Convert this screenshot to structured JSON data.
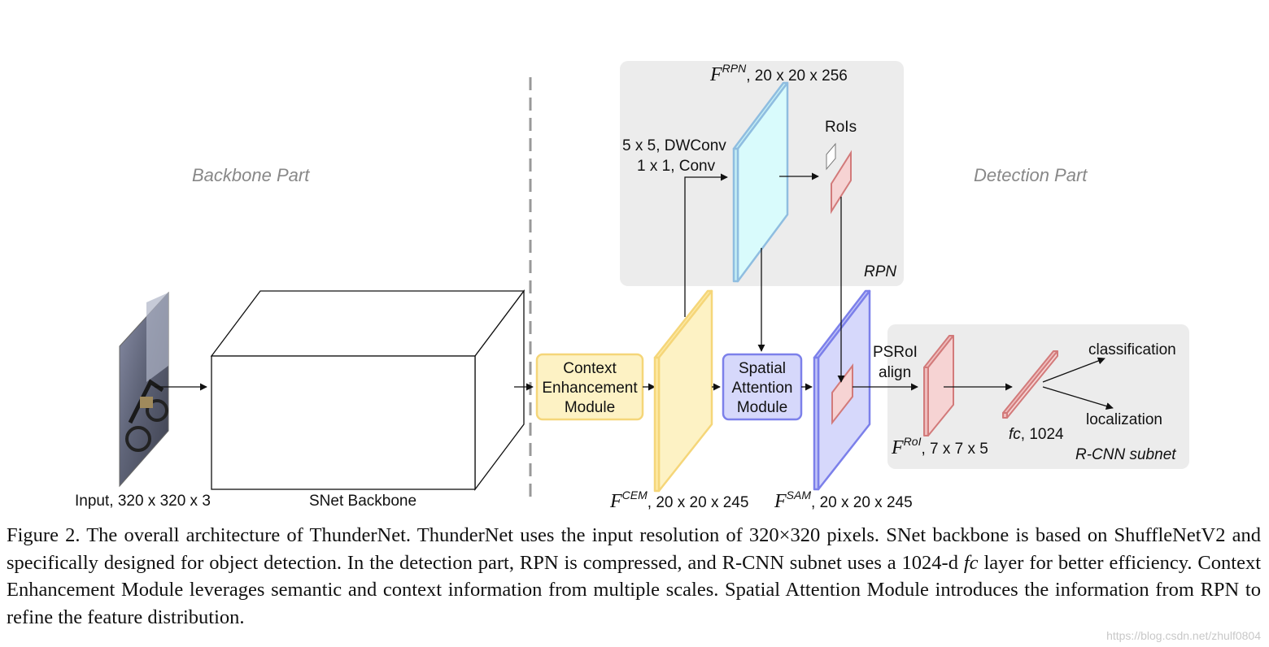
{
  "parts": {
    "backbone": "Backbone Part",
    "detection": "Detection Part"
  },
  "input": {
    "label": "Input, 320 x 320 x 3"
  },
  "backbone": {
    "label": "SNet Backbone"
  },
  "cem": {
    "line1": "Context",
    "line2": "Enhancement",
    "line3": "Module",
    "feature_sup": "CEM",
    "feature_dims": ", 20 x 20 x 245"
  },
  "sam": {
    "line1": "Spatial",
    "line2": "Attention",
    "line3": "Module",
    "feature_sup": "SAM",
    "feature_dims": ", 20 x 20 x 245"
  },
  "rpn": {
    "title": "RPN",
    "feature_sup": "RPN",
    "feature_dims": ", 20 x 20 x 256",
    "conv_line1": "5 x 5, DWConv",
    "conv_line2": "1 x 1, Conv",
    "rois": "RoIs"
  },
  "rcnn": {
    "title": "R-CNN subnet",
    "psroi_line1": "PSRoI",
    "psroi_line2": "align",
    "feature_sup": "RoI",
    "feature_dims": ", 7 x 7 x 5",
    "fc_name": "fc",
    "fc_dims": ", 1024",
    "classification": "classification",
    "localization": "localization"
  },
  "feature_symbol": "F",
  "caption": {
    "part1": "Figure 2.   The overall architecture of ThunderNet. ThunderNet uses the input resolution of 320×320 pixels. SNet backbone is based on ShuffleNetV2 and specifically designed for object detection. In the detection part, RPN is compressed, and R-CNN subnet uses a 1024-d ",
    "fc": "fc",
    "part2": " layer for better efficiency.  Context Enhancement Module leverages semantic and context information from multiple scales.  Spatial Attention Module introduces the information from RPN to refine the feature distribution."
  },
  "watermark": "https://blog.csdn.net/zhulf0804",
  "colors": {
    "rpn_panel": "#ececec",
    "cem_fill": "#fdf2c4",
    "cem_stroke": "#f5d679",
    "sam_fill": "#d6d8fb",
    "sam_stroke": "#7c80ea",
    "rpn_fill": "#d9fbfc",
    "rpn_stroke": "#8fbde0",
    "roi_fill": "#f6d3d3",
    "roi_stroke": "#d27a7a"
  }
}
